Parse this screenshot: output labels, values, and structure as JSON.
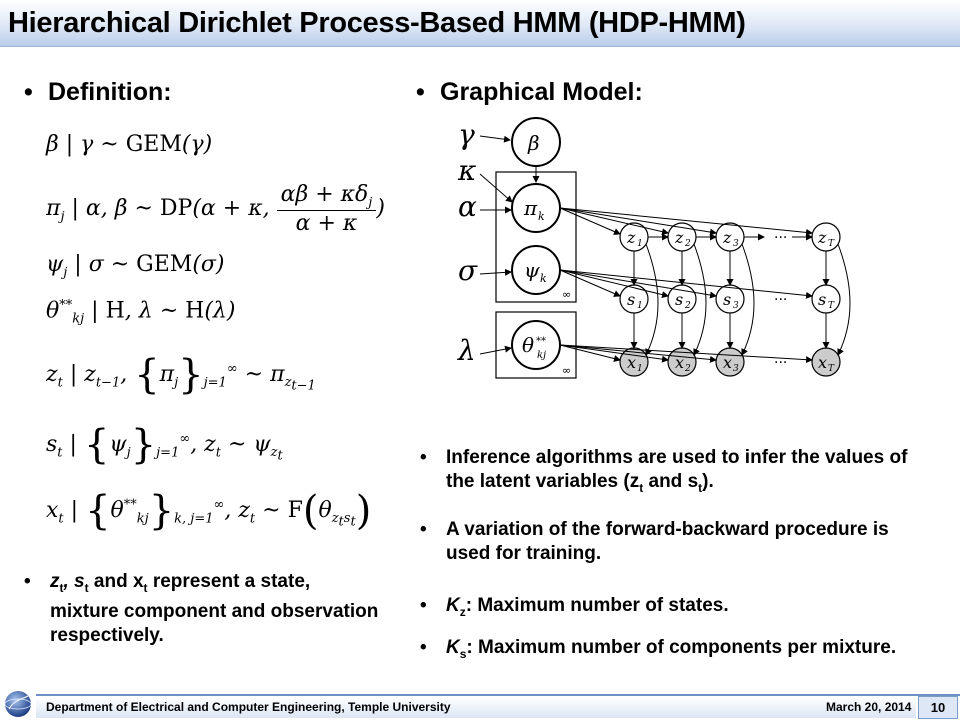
{
  "title": "Hierarchical Dirichlet Process-Based HMM (HDP-HMM)",
  "left": {
    "heading": "Definition:",
    "bullet_text": "represent a state, mixture component and observation respectively.",
    "bullet_lead": "z",
    "bullet_sub1": "t",
    "bullet_mid1": ", s",
    "bullet_sub2": "t",
    "bullet_mid2": " and x",
    "bullet_sub3": "t"
  },
  "right": {
    "heading": "Graphical Model:",
    "bullets": [
      {
        "text_a": "Inference algorithms are used to infer the values of the latent variables (z",
        "sub1": "t",
        "text_b": " and s",
        "sub2": "t",
        "text_c": ")."
      },
      {
        "text": "A variation of the forward-backward procedure is used for training."
      },
      {
        "lead": "K",
        "sub": "z",
        "text": ": Maximum number of states."
      },
      {
        "lead": "K",
        "sub": "s",
        "text": ": Maximum number of components per mixture."
      }
    ]
  },
  "footer": {
    "department": "Department of Electrical and Computer Engineering, Temple University",
    "date": "March 20, 2014",
    "page": "10"
  },
  "colors": {
    "accent": "#6c8fc6",
    "title_bg": "#dfe8f6"
  },
  "icons": [
    "globe-logo-icon"
  ]
}
